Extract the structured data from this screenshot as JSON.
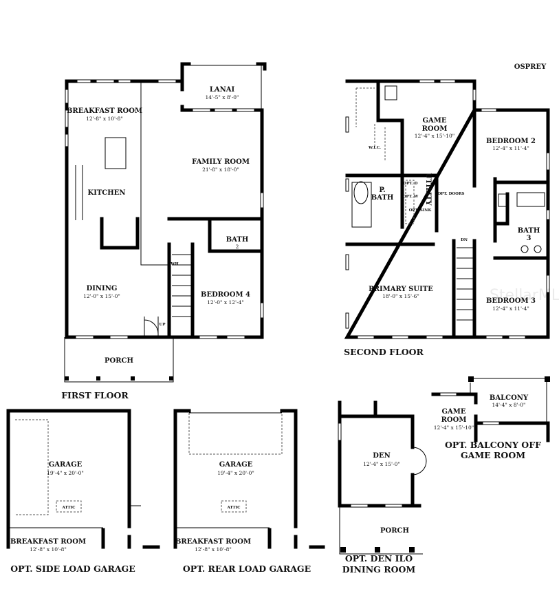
{
  "model_name": "OSPREY",
  "watermark": "StellarMLS",
  "first_floor": {
    "title": "FIRST FLOOR",
    "rooms": {
      "breakfast": {
        "name": "BREAKFAST ROOM",
        "dims": "12'-8\" x 10'-8\""
      },
      "kitchen": {
        "name": "KITCHEN"
      },
      "lanai": {
        "name": "LANAI",
        "dims": "14'-5\" x 8'-0\""
      },
      "family": {
        "name": "FAMILY ROOM",
        "dims": "21'-8\" x 18'-0\""
      },
      "bath2": {
        "name": "BATH",
        "num": "2"
      },
      "dining": {
        "name": "DINING",
        "dims": "12'-0\" x 15'-0\""
      },
      "bedroom4": {
        "name": "BEDROOM 4",
        "dims": "12'-0\" x 12'-4\""
      },
      "porch": {
        "name": "PORCH"
      }
    },
    "wh": "WH",
    "up": "UP"
  },
  "second_floor": {
    "title": "SECOND FLOOR",
    "rooms": {
      "game": {
        "name1": "GAME",
        "name2": "ROOM",
        "dims": "12'-4\" x 15'-10\""
      },
      "bedroom2": {
        "name": "BEDROOM 2",
        "dims": "12'-4\" x 11'-4\""
      },
      "wic": {
        "name": "W.I.C."
      },
      "pbath": {
        "name1": "P.",
        "name2": "BATH"
      },
      "utility": {
        "name": "UTILITY"
      },
      "bath3": {
        "name": "BATH",
        "num": "3"
      },
      "primary": {
        "name": "PRIMARY SUITE",
        "dims": "18'-0\" x 15'-6\""
      },
      "bedroom3": {
        "name": "BEDROOM 3",
        "dims": "12'-4\" x 11'-4\""
      }
    },
    "opt_d": "OPT. D",
    "opt_w": "OPT. W",
    "opt_sink": "OPT. SINK",
    "opt_doors": "OPT. DOORS",
    "dn": "DN"
  },
  "options": {
    "side_garage": {
      "title": "OPT. SIDE LOAD GARAGE",
      "garage": "GARAGE",
      "garage_dims": "19'-4\" x 20'-0\"",
      "attic": "ATTIC",
      "breakfast": "BREAKFAST ROOM",
      "breakfast_dims": "12'-8\" x 10'-8\""
    },
    "rear_garage": {
      "title": "OPT. REAR LOAD GARAGE",
      "garage": "GARAGE",
      "garage_dims": "19'-4\" x 20'-0\"",
      "attic": "ATTIC",
      "breakfast": "BREAKFAST ROOM",
      "breakfast_dims": "12'-8\" x 10'-8\""
    },
    "den": {
      "title1": "OPT. DEN ILO",
      "title2": "DINING ROOM",
      "den": "DEN",
      "den_dims": "12'-4\" x 15'-0\"",
      "porch": "PORCH"
    },
    "balcony": {
      "title1": "OPT. BALCONY OFF",
      "title2": "GAME ROOM",
      "balcony": "BALCONY",
      "balcony_dims": "14'-4\" x 8'-0\"",
      "game1": "GAME",
      "game2": "ROOM",
      "game_dims": "12'-4\" x 15'-10\""
    }
  }
}
